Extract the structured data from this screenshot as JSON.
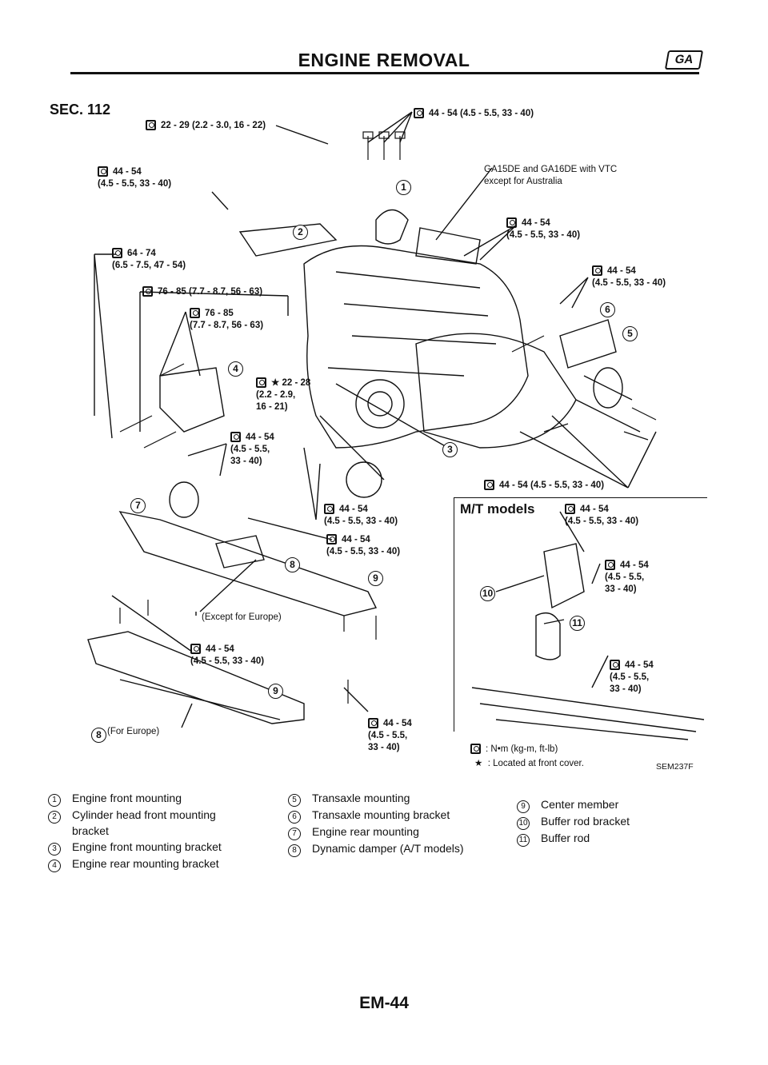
{
  "header": {
    "title": "ENGINE REMOVAL",
    "badge": "GA"
  },
  "section": "SEC. 112",
  "torque_labels": {
    "t1": "22 - 29 (2.2 - 3.0, 16 - 22)",
    "t2": "44 - 54\n(4.5 - 5.5, 33 - 40)",
    "t3": "64 - 74\n(6.5 - 7.5, 47 - 54)",
    "t4": "76 - 85 (7.7 - 8.7, 56 - 63)",
    "t5": "76 - 85\n(7.7 - 8.7, 56 - 63)",
    "t6": "★ 22 - 28\n(2.2 - 2.9,\n16 - 21)",
    "t7": "44 - 54\n(4.5 - 5.5,\n33 - 40)",
    "t8": "44 - 54 (4.5 - 5.5, 33 - 40)",
    "t9": "44 - 54\n(4.5 - 5.5, 33 - 40)",
    "t10": "44 - 54\n(4.5 - 5.5, 33 - 40)",
    "t11": "44 - 54 (4.5 - 5.5, 33 - 40)",
    "t12": "44 - 54\n(4.5 - 5.5, 33 - 40)",
    "t13": "44 - 54\n(4.5 - 5.5, 33 - 40)",
    "t14": "44 - 54\n(4.5 - 5.5, 33 - 40)",
    "t15": "44 - 54\n(4.5 - 5.5,\n33 - 40)",
    "t16": "44 - 54\n(4.5 - 5.5, 33 - 40)",
    "t17": "44 - 54\n(4.5 - 5.5,\n33 - 40)",
    "t18": "44 - 54\n(4.5 - 5.5,\n33 - 40)"
  },
  "notes": {
    "vtc": "GA15DE and GA16DE with VTC\nexcept for Australia",
    "except_europe": "(Except for Europe)",
    "for_europe": "(For Europe)",
    "mt_models": "M/T models",
    "unit": ": N•m (kg-m, ft-lb)",
    "front_cover": "★  : Located at front cover.",
    "code": "SEM237F"
  },
  "callouts": [
    "1",
    "2",
    "3",
    "4",
    "5",
    "6",
    "7",
    "8",
    "9",
    "10",
    "11"
  ],
  "legend": {
    "col1": [
      {
        "n": "1",
        "text": "Engine front mounting"
      },
      {
        "n": "2",
        "text": "Cylinder head front mounting\nbracket"
      },
      {
        "n": "3",
        "text": "Engine front mounting bracket"
      },
      {
        "n": "4",
        "text": "Engine rear mounting bracket"
      }
    ],
    "col2": [
      {
        "n": "5",
        "text": "Transaxle mounting"
      },
      {
        "n": "6",
        "text": "Transaxle mounting bracket"
      },
      {
        "n": "7",
        "text": "Engine rear mounting"
      },
      {
        "n": "8",
        "text": "Dynamic damper (A/T models)"
      }
    ],
    "col3": [
      {
        "n": "9",
        "text": "Center member"
      },
      {
        "n": "10",
        "text": "Buffer rod bracket"
      },
      {
        "n": "11",
        "text": "Buffer rod"
      }
    ]
  },
  "footer": "EM-44"
}
